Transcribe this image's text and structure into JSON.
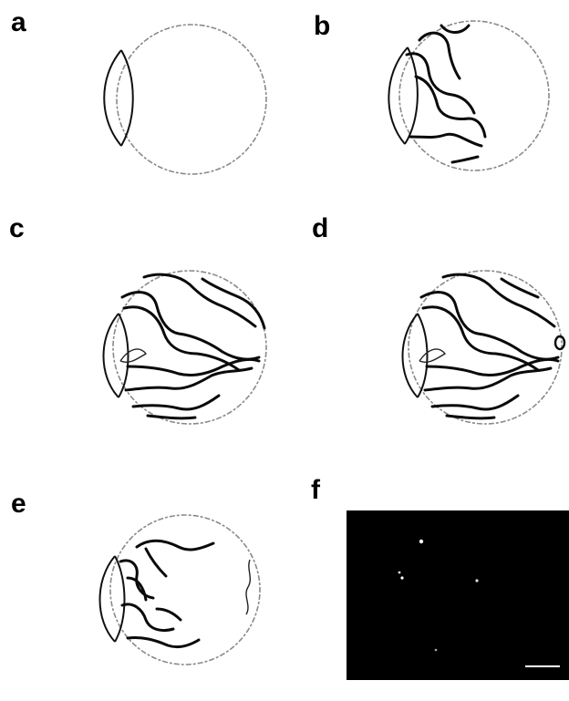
{
  "panels": [
    {
      "label": "a"
    },
    {
      "label": "b"
    },
    {
      "label": "c"
    },
    {
      "label": "d"
    },
    {
      "label": "e"
    },
    {
      "label": "f"
    }
  ],
  "colors": {
    "background": "#ffffff",
    "line": "#0a0a0a",
    "outline": "#8a8a8a",
    "micrograph": "#000000"
  }
}
